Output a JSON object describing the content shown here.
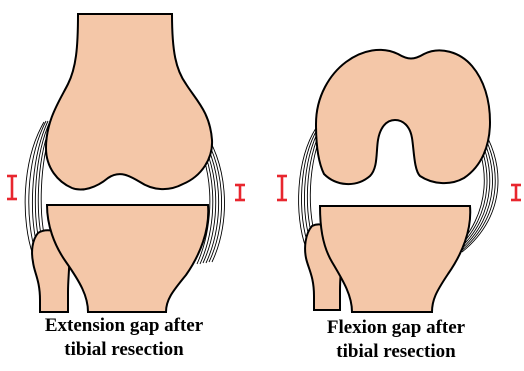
{
  "colors": {
    "bone": "#f4c7a8",
    "outline": "#000000",
    "marker": "#e8262e",
    "background": "#ffffff"
  },
  "panels": [
    {
      "id": "extension",
      "caption_line1": "Extension gap after",
      "caption_line2": "tibial resection"
    },
    {
      "id": "flexion",
      "caption_line1": "Flexion gap after",
      "caption_line2": "tibial resection"
    }
  ]
}
